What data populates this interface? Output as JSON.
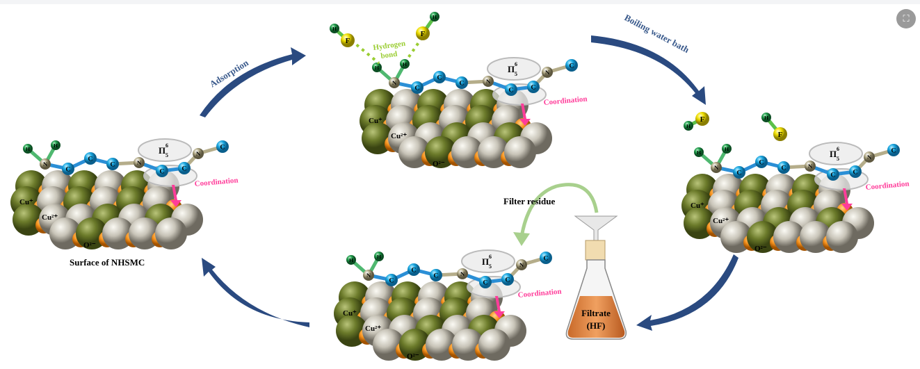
{
  "labels": {
    "adsorption": "Adsorption",
    "boiling": "Boiling water bath",
    "hydrogen_bond_1": "Hydrogen",
    "hydrogen_bond_2": "bond",
    "surface": "Surface of NHSMC",
    "filter_residue": "Filter residue",
    "filtrate_1": "Filtrate",
    "filtrate_2": "(HF)",
    "coordination": "Coordination",
    "pi": "Π",
    "pi_sup": "6",
    "pi_sub": "5",
    "cu_plus": "Cu⁺",
    "cu_2plus": "Cu²⁺",
    "o_2minus": "O²⁻"
  },
  "atoms": {
    "N": "N",
    "C": "C",
    "H": "H",
    "F": "F"
  },
  "colors": {
    "arrow": "#2a4a80",
    "label_blue": "#3a5a8c",
    "coordination": "#ff3d9a",
    "hydrogen_bond": "#9acd32",
    "carbon": "#1aa7e0",
    "nitrogen": "#b5ad8a",
    "hydrogen": "#1f9a4a",
    "fluorine": "#f0e000",
    "cu_plus": "#6b7a2a",
    "cu_2plus": "#c8c4b8",
    "oxygen": "#f7931e",
    "filtrate": "#e08a4a"
  },
  "icons": {
    "close": "translate-icon"
  },
  "close_glyph": "⛶"
}
